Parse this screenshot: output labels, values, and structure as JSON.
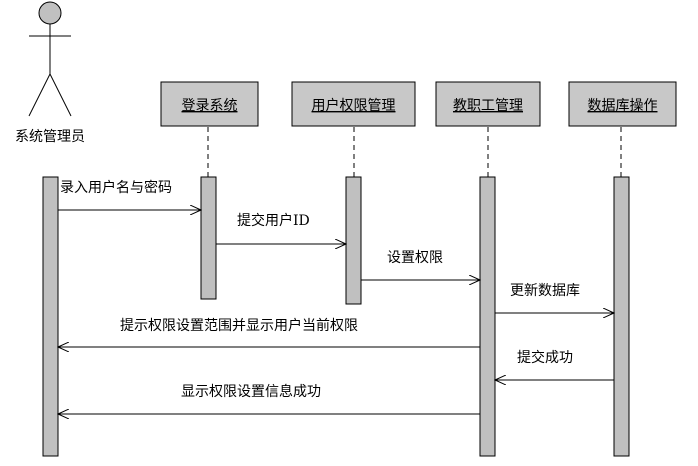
{
  "actor": {
    "label": "系统管理员",
    "icon": "stick-figure-icon"
  },
  "participants": [
    {
      "id": "login",
      "label": "登录系统"
    },
    {
      "id": "perm",
      "label": "用户权限管理"
    },
    {
      "id": "staff",
      "label": "教职工管理"
    },
    {
      "id": "db",
      "label": "数据库操作"
    }
  ],
  "messages": [
    {
      "label": "录入用户名与密码",
      "from": "actor",
      "to": "login"
    },
    {
      "label": "提交用户ID",
      "from": "login",
      "to": "perm"
    },
    {
      "label": "设置权限",
      "from": "perm",
      "to": "staff"
    },
    {
      "label": "更新数据库",
      "from": "staff",
      "to": "db"
    },
    {
      "label": "提示权限设置范围并显示用户当前权限",
      "from": "staff",
      "to": "actor"
    },
    {
      "label": "提交成功",
      "from": "db",
      "to": "staff"
    },
    {
      "label": "显示权限设置信息成功",
      "from": "staff",
      "to": "actor"
    }
  ],
  "colors": {
    "box_fill": "#c8c8c8",
    "activation_fill": "#c0c0c0",
    "stroke": "#000000"
  }
}
